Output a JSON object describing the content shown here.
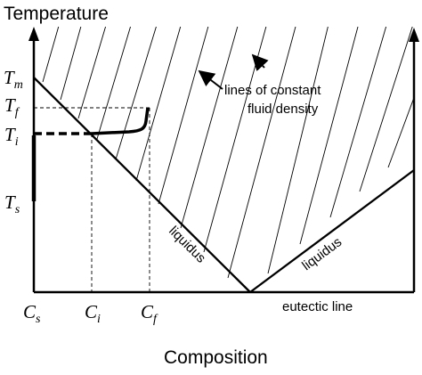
{
  "labels": {
    "y_axis_title": "Temperature",
    "x_axis_title": "Composition",
    "eutectic": "eutectic line",
    "liquidus_left": "liquidus",
    "liquidus_right": "liquidus",
    "annotation_line1": "lines of constant",
    "annotation_line2": "fluid density"
  },
  "temperature_ticks": {
    "tm": {
      "base": "T",
      "sub": "m"
    },
    "tf": {
      "base": "T",
      "sub": "f"
    },
    "ti": {
      "base": "T",
      "sub": "i"
    },
    "ts": {
      "base": "T",
      "sub": "s"
    }
  },
  "composition_ticks": {
    "cs": {
      "base": "C",
      "sub": "s"
    },
    "ci": {
      "base": "C",
      "sub": "i"
    },
    "cf": {
      "base": "C",
      "sub": "f"
    }
  },
  "colors": {
    "ink": "#000000",
    "background": "#ffffff"
  }
}
